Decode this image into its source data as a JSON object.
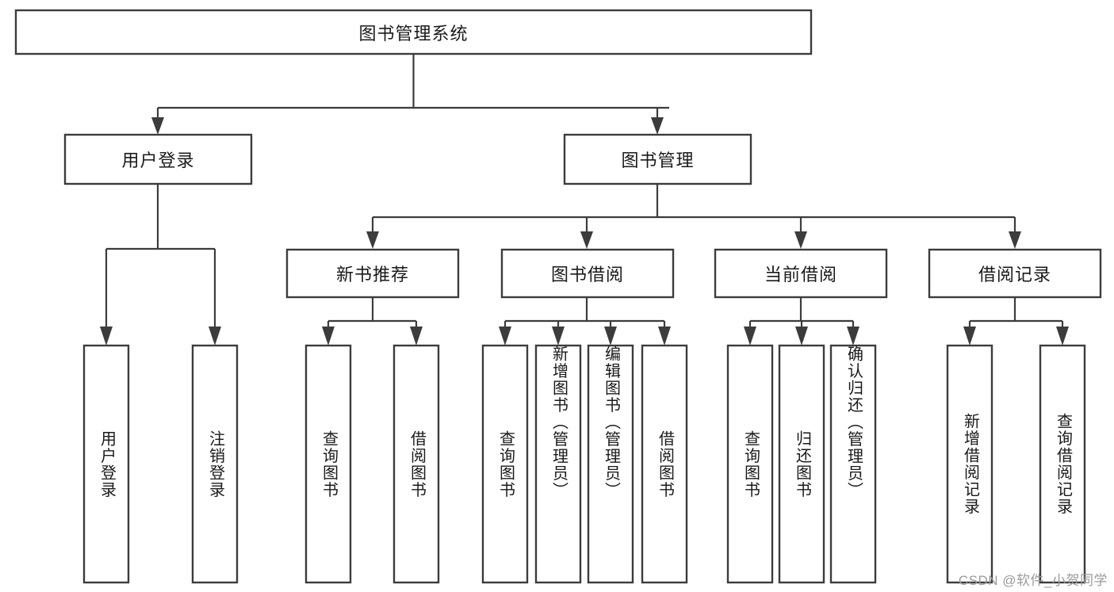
{
  "diagram": {
    "title": "图书管理系统",
    "watermark": "CSDN @软件_小贺同学",
    "accent_color": "#3c3c3c",
    "box_fill": "#ffffff",
    "text_color": "#1a1a1a",
    "level1": {
      "root": {
        "label": "图书管理系统"
      }
    },
    "level2": [
      {
        "label": "用户登录"
      },
      {
        "label": "图书管理"
      }
    ],
    "level3": [
      {
        "label": "新书推荐"
      },
      {
        "label": "图书借阅"
      },
      {
        "label": "当前借阅"
      },
      {
        "label": "借阅记录"
      }
    ],
    "leaves": {
      "user_login": [
        {
          "label": "用户登录"
        },
        {
          "label": "注销登录"
        }
      ],
      "new_book_recommend": [
        {
          "label": "查询图书"
        },
        {
          "label": "借阅图书"
        }
      ],
      "book_borrow": [
        {
          "label": "查询图书"
        },
        {
          "label": "新增图书（管理员）"
        },
        {
          "label": "编辑图书（管理员）"
        },
        {
          "label": "借阅图书"
        }
      ],
      "current_borrow": [
        {
          "label": "查询图书"
        },
        {
          "label": "归还图书"
        },
        {
          "label": "确认归还（管理员）"
        }
      ],
      "borrow_record": [
        {
          "label": "新增借阅记录"
        },
        {
          "label": "查询借阅记录"
        }
      ]
    }
  }
}
